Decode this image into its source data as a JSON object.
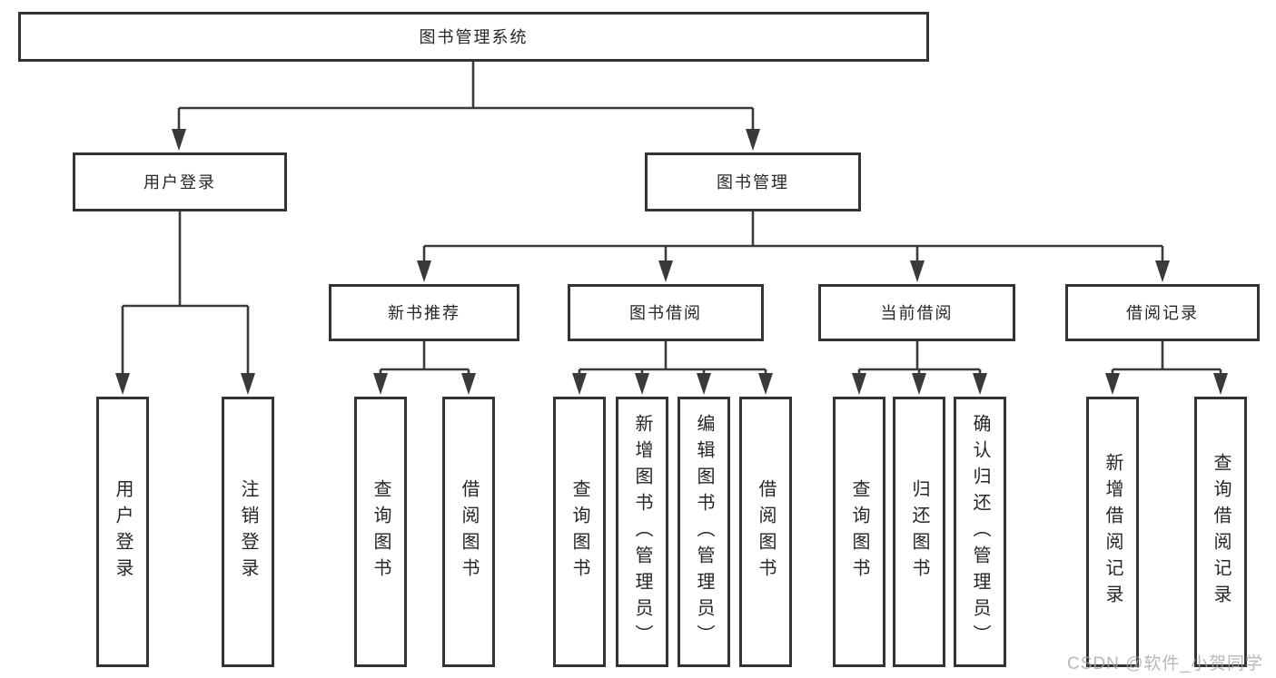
{
  "colors": {
    "line": "#3a3a3a",
    "box_border": "#333333",
    "text": "#262626",
    "watermark": "#a6a6a6",
    "background": "#ffffff"
  },
  "watermark": "CSDN @软件_小贺同学",
  "tree": {
    "root": {
      "label": "图书管理系统"
    },
    "user_login": {
      "label": "用户登录",
      "children": [
        {
          "label": "用户登录"
        },
        {
          "label": "注销登录"
        }
      ]
    },
    "book_management": {
      "label": "图书管理",
      "children": [
        {
          "label": "新书推荐",
          "children": [
            {
              "label": "查询图书"
            },
            {
              "label": "借阅图书"
            }
          ]
        },
        {
          "label": "图书借阅",
          "children": [
            {
              "label": "查询图书"
            },
            {
              "label": "新增图书（管理员）"
            },
            {
              "label": "编辑图书（管理员）"
            },
            {
              "label": "借阅图书"
            }
          ]
        },
        {
          "label": "当前借阅",
          "children": [
            {
              "label": "查询图书"
            },
            {
              "label": "归还图书"
            },
            {
              "label": "确认归还（管理员）"
            }
          ]
        },
        {
          "label": "借阅记录",
          "children": [
            {
              "label": "新增借阅记录"
            },
            {
              "label": "查询借阅记录"
            }
          ]
        }
      ]
    }
  }
}
